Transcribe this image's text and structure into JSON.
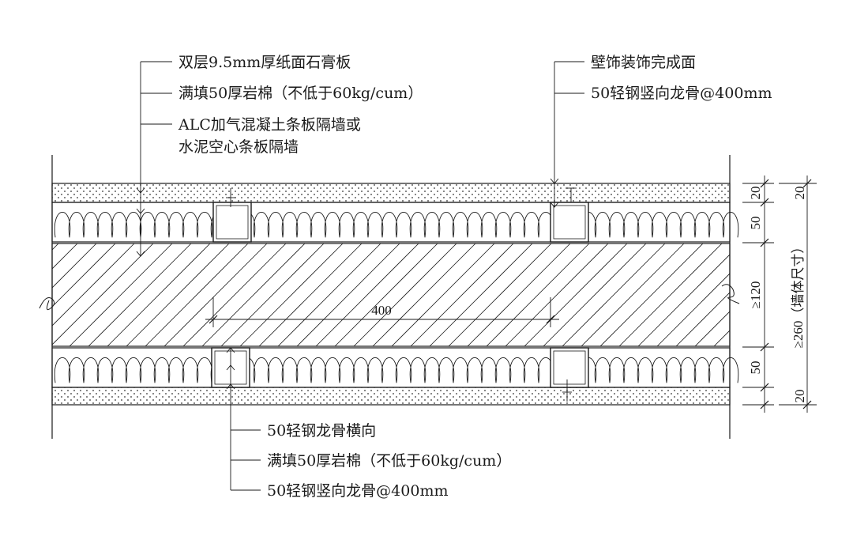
{
  "callouts_top_left": [
    "双层9.5mm厚纸面石膏板",
    "满填50厚岩棉（不低于60kg/cum）",
    "ALC加气混凝土条板隔墙或",
    "水泥空心条板隔墙"
  ],
  "callouts_top_right": [
    "壁饰装饰完成面",
    "50轻钢竖向龙骨@400mm"
  ],
  "callouts_bottom": [
    "50轻钢龙骨横向",
    "满填50厚岩棉（不低于60kg/cum）",
    "50轻钢竖向龙骨@400mm"
  ],
  "dimensions": {
    "stud_spacing": "400",
    "layers": [
      "20",
      "50",
      "≥120",
      "50",
      "20"
    ],
    "total": "≥260（墙体尺寸）"
  },
  "colors": {
    "line": "#1a1a1a",
    "background": "#ffffff"
  }
}
